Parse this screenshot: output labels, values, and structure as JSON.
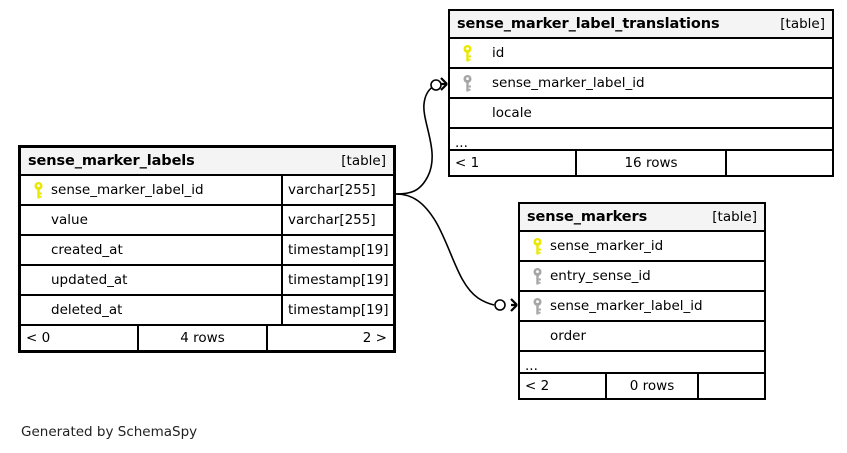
{
  "diagram": {
    "type": "entity-relationship-diagram",
    "generator_note": "Generated by SchemaSpy",
    "table_tag": "[table]",
    "ellipsis": "...",
    "colors": {
      "primary_key_icon": "#e8e800",
      "foreign_key_icon": "#a0a0a0",
      "border": "#000000",
      "header_background": "#f4f4f4",
      "page_background": "#ffffff"
    }
  },
  "tables": {
    "sense_marker_labels": {
      "name": "sense_marker_labels",
      "tag": "[table]",
      "columns": [
        {
          "key": "primary",
          "name": "sense_marker_label_id",
          "type": "varchar[255]"
        },
        {
          "key": "none",
          "name": "value",
          "type": "varchar[255]"
        },
        {
          "key": "none",
          "name": "created_at",
          "type": "timestamp[19]"
        },
        {
          "key": "none",
          "name": "updated_at",
          "type": "timestamp[19]"
        },
        {
          "key": "none",
          "name": "deleted_at",
          "type": "timestamp[19]"
        }
      ],
      "footer": {
        "left": "< 0",
        "middle": "4 rows",
        "right": "2 >"
      }
    },
    "sense_marker_label_translations": {
      "name": "sense_marker_label_translations",
      "tag": "[table]",
      "columns": [
        {
          "key": "primary",
          "name": "id"
        },
        {
          "key": "foreign",
          "name": "sense_marker_label_id"
        },
        {
          "key": "none",
          "name": "locale"
        }
      ],
      "has_more_columns": true,
      "footer": {
        "left": "< 1",
        "middle": "16 rows",
        "right": ""
      }
    },
    "sense_markers": {
      "name": "sense_markers",
      "tag": "[table]",
      "columns": [
        {
          "key": "primary",
          "name": "sense_marker_id"
        },
        {
          "key": "foreign",
          "name": "entry_sense_id"
        },
        {
          "key": "foreign",
          "name": "sense_marker_label_id"
        },
        {
          "key": "none",
          "name": "order"
        }
      ],
      "has_more_columns": true,
      "footer": {
        "left": "< 2",
        "middle": "0 rows",
        "right": ""
      }
    }
  },
  "relationships": [
    {
      "from_table": "sense_marker_labels",
      "from_column": "sense_marker_label_id",
      "to_table": "sense_marker_label_translations",
      "to_column": "sense_marker_label_id",
      "cardinality": "zero-or-many"
    },
    {
      "from_table": "sense_marker_labels",
      "from_column": "sense_marker_label_id",
      "to_table": "sense_markers",
      "to_column": "sense_marker_label_id",
      "cardinality": "zero-or-many"
    }
  ],
  "credit": "Generated by SchemaSpy"
}
